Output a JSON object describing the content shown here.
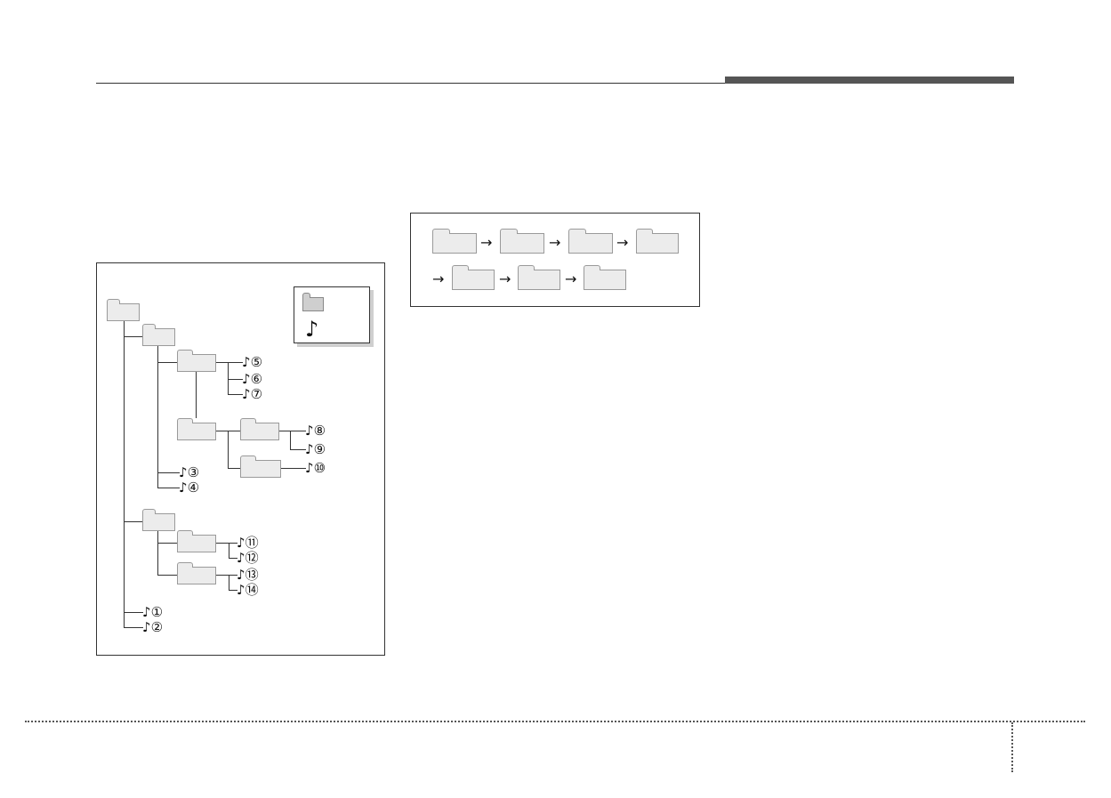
{
  "legend": {
    "note_symbol": "♪"
  },
  "tracks": [
    {
      "id": "t1",
      "label": "♪①"
    },
    {
      "id": "t2",
      "label": "♪②"
    },
    {
      "id": "t3",
      "label": "♪③"
    },
    {
      "id": "t4",
      "label": "♪④"
    },
    {
      "id": "t5",
      "label": "♪⑤"
    },
    {
      "id": "t6",
      "label": "♪⑥"
    },
    {
      "id": "t7",
      "label": "♪⑦"
    },
    {
      "id": "t8",
      "label": "♪⑧"
    },
    {
      "id": "t9",
      "label": "♪⑨"
    },
    {
      "id": "t10",
      "label": "♪⑩"
    },
    {
      "id": "t11",
      "label": "♪⑪"
    },
    {
      "id": "t12",
      "label": "♪⑫"
    },
    {
      "id": "t13",
      "label": "♪⑬"
    },
    {
      "id": "t14",
      "label": "♪⑭"
    }
  ],
  "sequence": {
    "arrow": "→"
  },
  "colors": {
    "folder_fill": "#ececec",
    "legend_folder_fill": "#cfcfcf",
    "line": "#333333",
    "header_bar": "#555555"
  }
}
